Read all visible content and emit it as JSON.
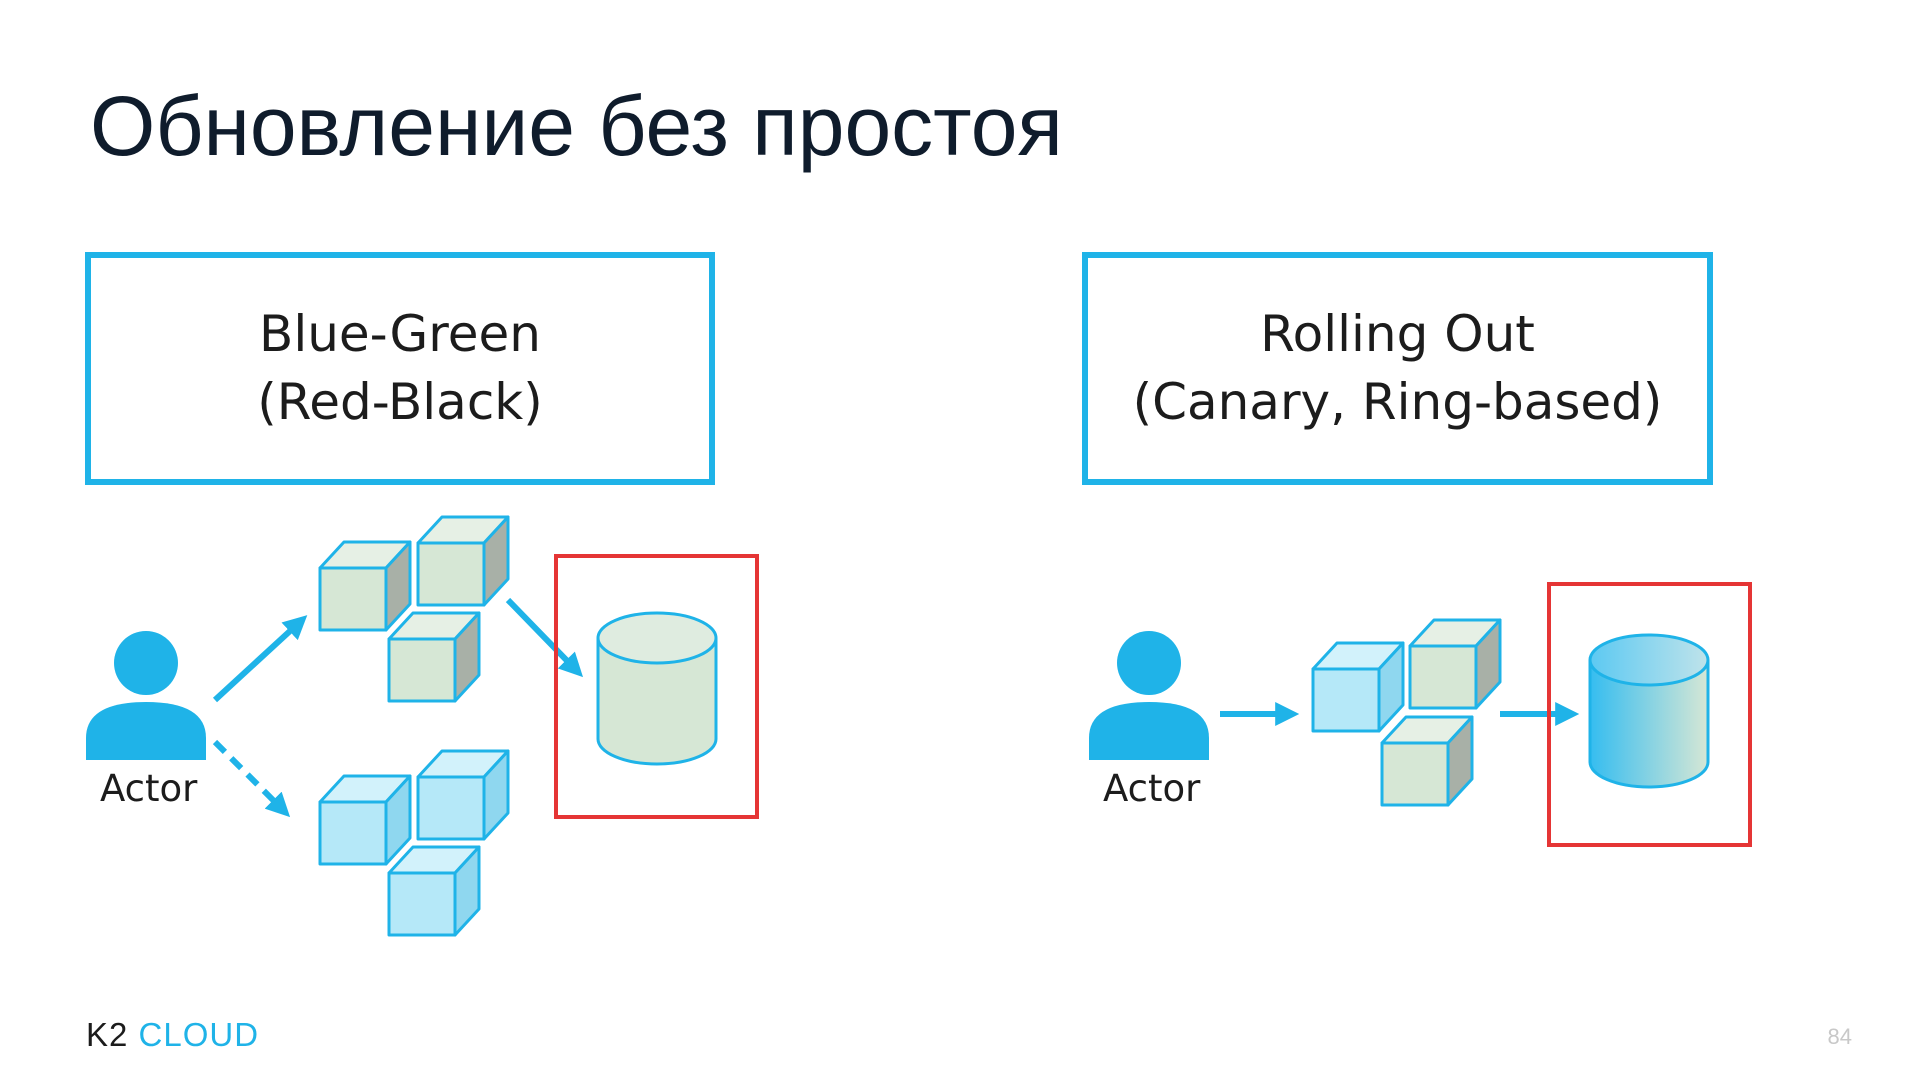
{
  "title": "Обновление без простоя",
  "strategies": [
    {
      "line1": "Blue-Green",
      "line2": "(Red-Black)"
    },
    {
      "line1": "Rolling Out",
      "line2": "(Canary, Ring-based)"
    }
  ],
  "actors": [
    "Actor",
    "Actor"
  ],
  "logo": {
    "k2": "K2",
    "cloud": "CLOUD"
  },
  "page_number": "84",
  "colors": {
    "accent": "#1fb3e8",
    "highlight": "#e53535",
    "old_version": "#d6e7d5",
    "new_version": "#b5e8f8",
    "title": "#0f1c2c"
  }
}
